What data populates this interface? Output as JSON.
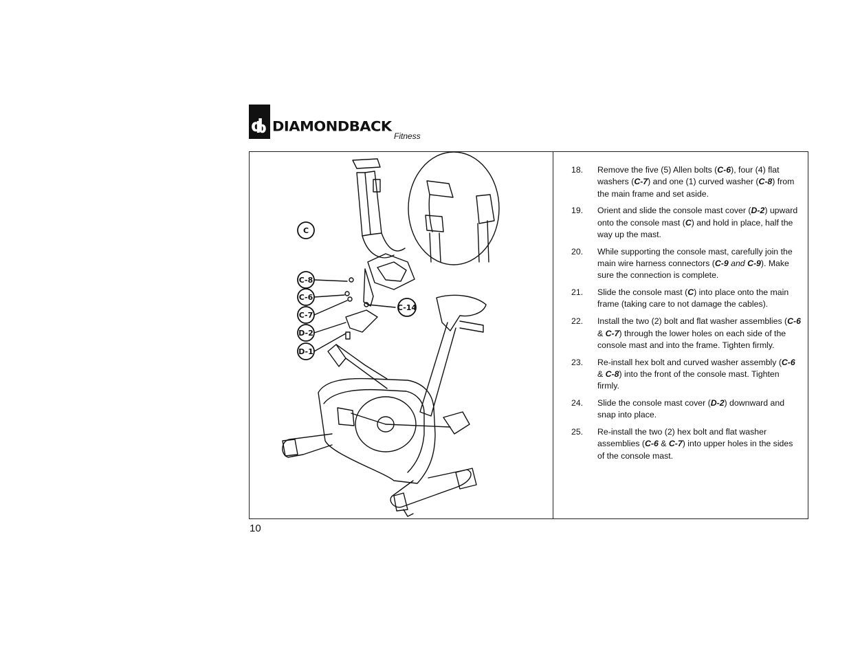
{
  "brand": {
    "name": "DIAMONDBACK",
    "sub": "Fitness"
  },
  "callouts": [
    "C",
    "C-8",
    "C-6",
    "C-7",
    "D-2",
    "D-1",
    "C-14"
  ],
  "steps": [
    {
      "num": "18.",
      "parts": [
        "Remove the five (5) Allen bolts (",
        {
          "b": "C-6"
        },
        "), four (4) flat washers (",
        {
          "b": "C-7"
        },
        ") and one (1) curved washer (",
        {
          "b": "C-8"
        },
        ") from the main frame and set aside."
      ]
    },
    {
      "num": "19.",
      "parts": [
        "Orient and slide the console mast cover (",
        {
          "b": "D-2"
        },
        ") upward onto the console mast (",
        {
          "b": "C"
        },
        ") and hold in place, half the way up the mast."
      ]
    },
    {
      "num": "20.",
      "parts": [
        "While supporting the console mast, carefully join the main wire harness connectors (",
        {
          "b": "C-9"
        },
        {
          "i": " and "
        },
        {
          "b": "C-9"
        },
        "). Make sure the connection is complete."
      ]
    },
    {
      "num": "21.",
      "parts": [
        "Slide the console mast (",
        {
          "b": "C"
        },
        ") into place onto the main frame (taking care to not damage the cables)."
      ]
    },
    {
      "num": "22.",
      "parts": [
        "Install the two (2) bolt and flat washer assemblies (",
        {
          "b": "C-6"
        },
        " & ",
        {
          "b": "C-7"
        },
        ") through the lower holes on each side of the console mast and into the frame. Tighten firmly."
      ]
    },
    {
      "num": "23.",
      "parts": [
        "Re-install hex bolt and curved washer assembly (",
        {
          "b": "C-6"
        },
        " & ",
        {
          "b": "C-8"
        },
        ") into the front of the console mast. Tighten firmly."
      ]
    },
    {
      "num": "24.",
      "parts": [
        "Slide the console mast cover (",
        {
          "b": "D-2"
        },
        ") downward and snap into place."
      ]
    },
    {
      "num": "25.",
      "parts": [
        "Re-install the two (2) hex bolt and flat washer assemblies (",
        {
          "b": "C-6"
        },
        " & ",
        {
          "b": "C-7"
        },
        ") into upper holes in the sides of the console mast."
      ]
    }
  ],
  "page_number": "10"
}
